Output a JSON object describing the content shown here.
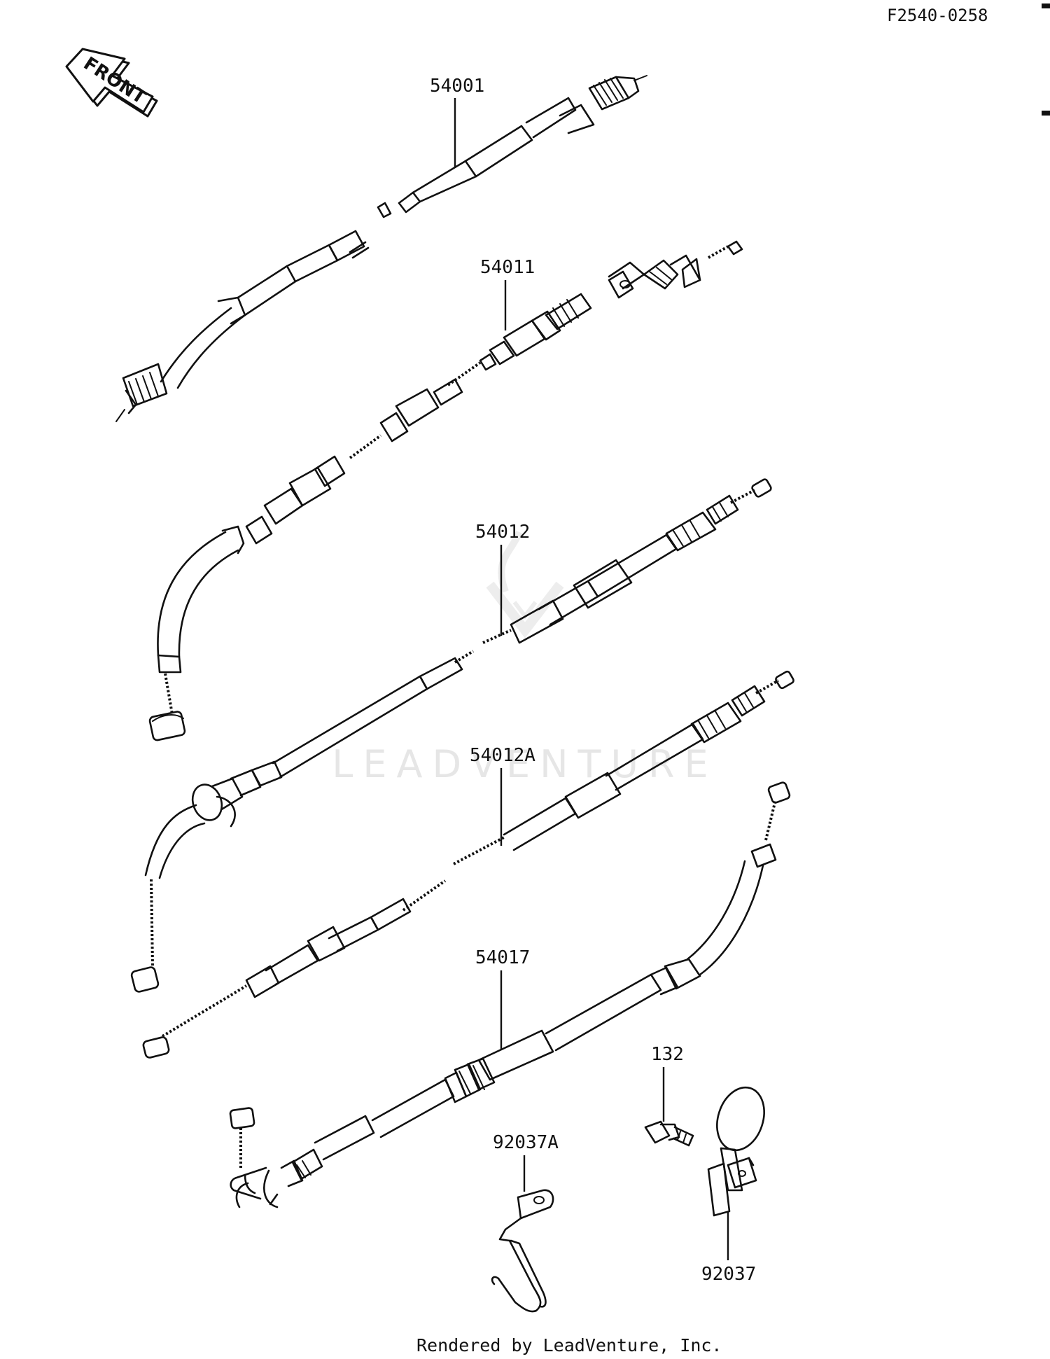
{
  "diagram": {
    "code": "F2540-0258",
    "front_label": "FRONT",
    "watermark": "LEADVENTURE",
    "footer": "Rendered by LeadVenture, Inc."
  },
  "parts": [
    {
      "number": "54001"
    },
    {
      "number": "54011"
    },
    {
      "number": "54012"
    },
    {
      "number": "54012A"
    },
    {
      "number": "54017"
    },
    {
      "number": "132"
    },
    {
      "number": "92037A"
    },
    {
      "number": "92037"
    }
  ]
}
